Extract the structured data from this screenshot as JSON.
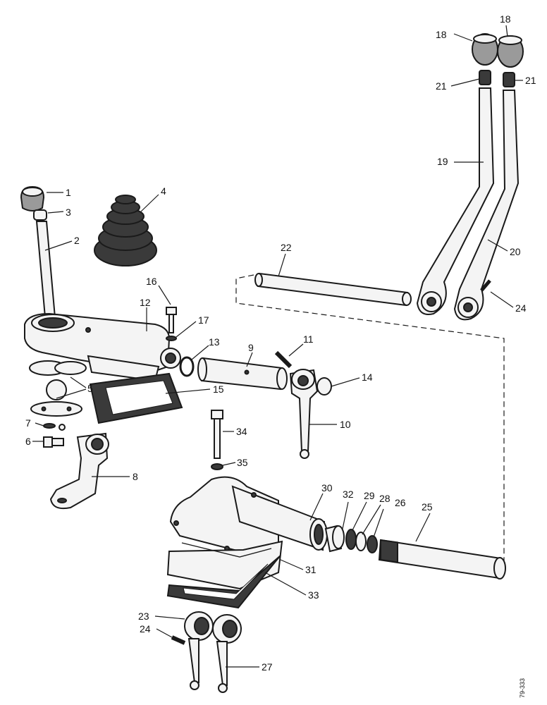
{
  "labels": {
    "p1": "1",
    "p2": "2",
    "p3": "3",
    "p4": "4",
    "p5": "5",
    "p6": "6",
    "p7": "7",
    "p8": "8",
    "p9": "9",
    "p10": "10",
    "p11": "11",
    "p12": "12",
    "p13": "13",
    "p14": "14",
    "p15": "15",
    "p16": "16",
    "p17": "17",
    "p18a": "18",
    "p18b": "18",
    "p19": "19",
    "p20": "20",
    "p21a": "21",
    "p21b": "21",
    "p22": "22",
    "p23": "23",
    "p24a": "24",
    "p24b": "24",
    "p25": "25",
    "p26": "26",
    "p27": "27",
    "p28": "28",
    "p29": "29",
    "p30": "30",
    "p31": "31",
    "p32": "32",
    "p33": "33",
    "p34": "34",
    "p35": "35"
  },
  "reference_code": "79-333"
}
